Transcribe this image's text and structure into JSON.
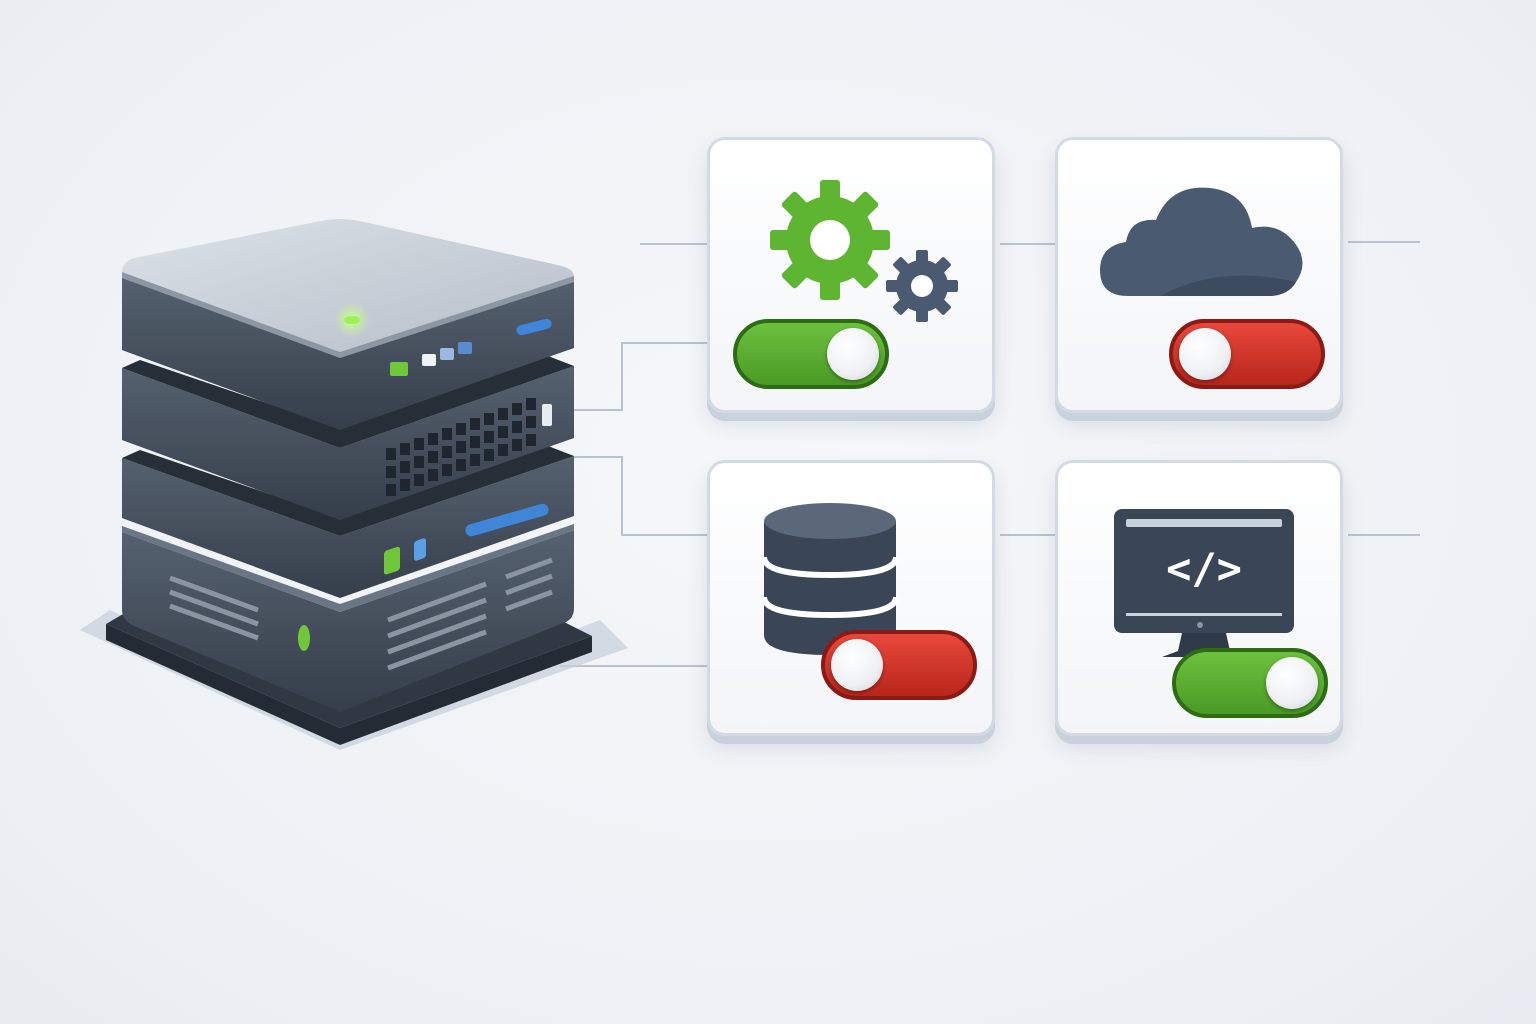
{
  "colors": {
    "background": "#eef1f5",
    "server_body": "#3f4a5a",
    "accent_green": "#5fb832",
    "accent_blue": "#3f86d8",
    "toggle_on": "#5aa92e",
    "toggle_off": "#d23328",
    "icon_slate": "#4a5a70"
  },
  "server": {
    "icon": "server-rack-icon"
  },
  "tiles": [
    {
      "name": "settings",
      "icon": "gears-icon",
      "toggle_state": "on"
    },
    {
      "name": "cloud",
      "icon": "cloud-icon",
      "toggle_state": "off"
    },
    {
      "name": "database",
      "icon": "database-icon",
      "toggle_state": "off"
    },
    {
      "name": "code",
      "icon": "code-monitor-icon",
      "code_glyph": "</>",
      "toggle_state": "on"
    }
  ]
}
